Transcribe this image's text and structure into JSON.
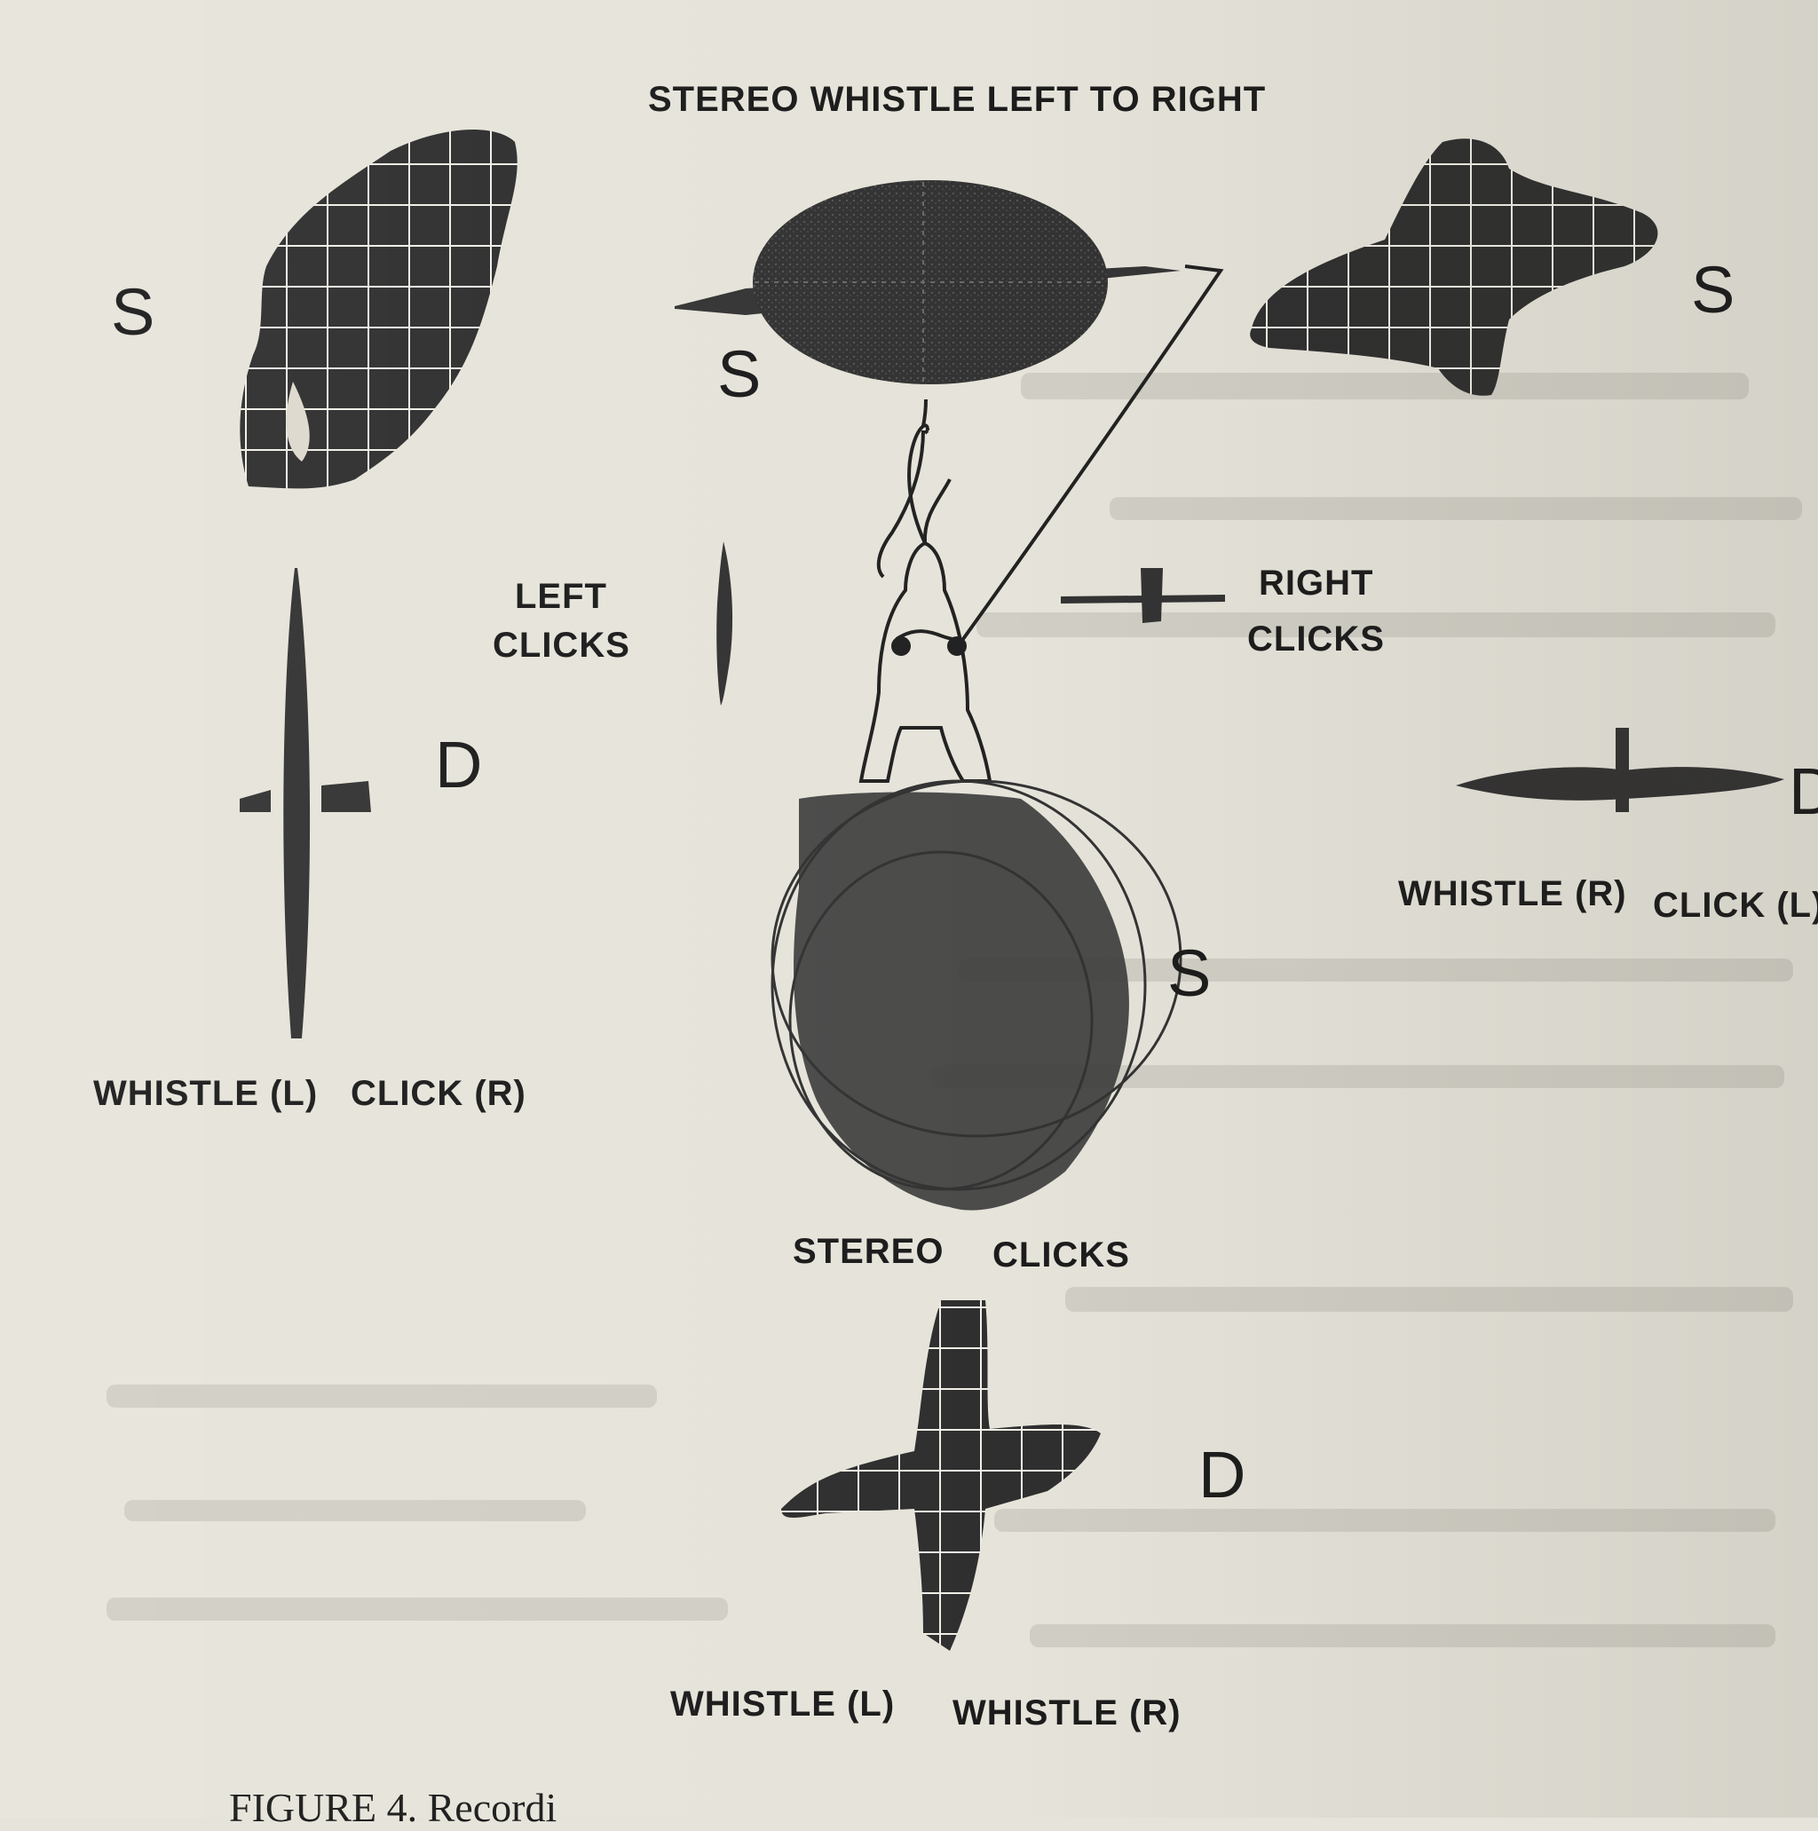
{
  "figure": {
    "title": "STEREO WHISTLE LEFT TO RIGHT",
    "panels": {
      "top_left": {
        "mark": "S"
      },
      "top_center": {
        "mark": "S"
      },
      "top_right": {
        "mark": "S"
      },
      "middle_left": {
        "mark": "D",
        "label_left": "WHISTLE (L)",
        "label_right": "CLICK (R)"
      },
      "middle_right": {
        "mark": "D",
        "label_left": "WHISTLE (R)",
        "label_right": "CLICK (L)"
      },
      "center": {
        "mark": "S",
        "label_left": "STEREO",
        "label_right": "CLICKS"
      },
      "bottom": {
        "mark": "D",
        "label_left": "WHISTLE (L)",
        "label_right": "WHISTLE (R)"
      }
    },
    "left_clicks": {
      "line1": "LEFT",
      "line2": "CLICKS"
    },
    "right_clicks": {
      "line1": "RIGHT",
      "line2": "CLICKS"
    },
    "caption": "FIGURE 4. Recordi"
  },
  "colors": {
    "paper": "#e6e4da",
    "ink": "#2b2b2b"
  }
}
